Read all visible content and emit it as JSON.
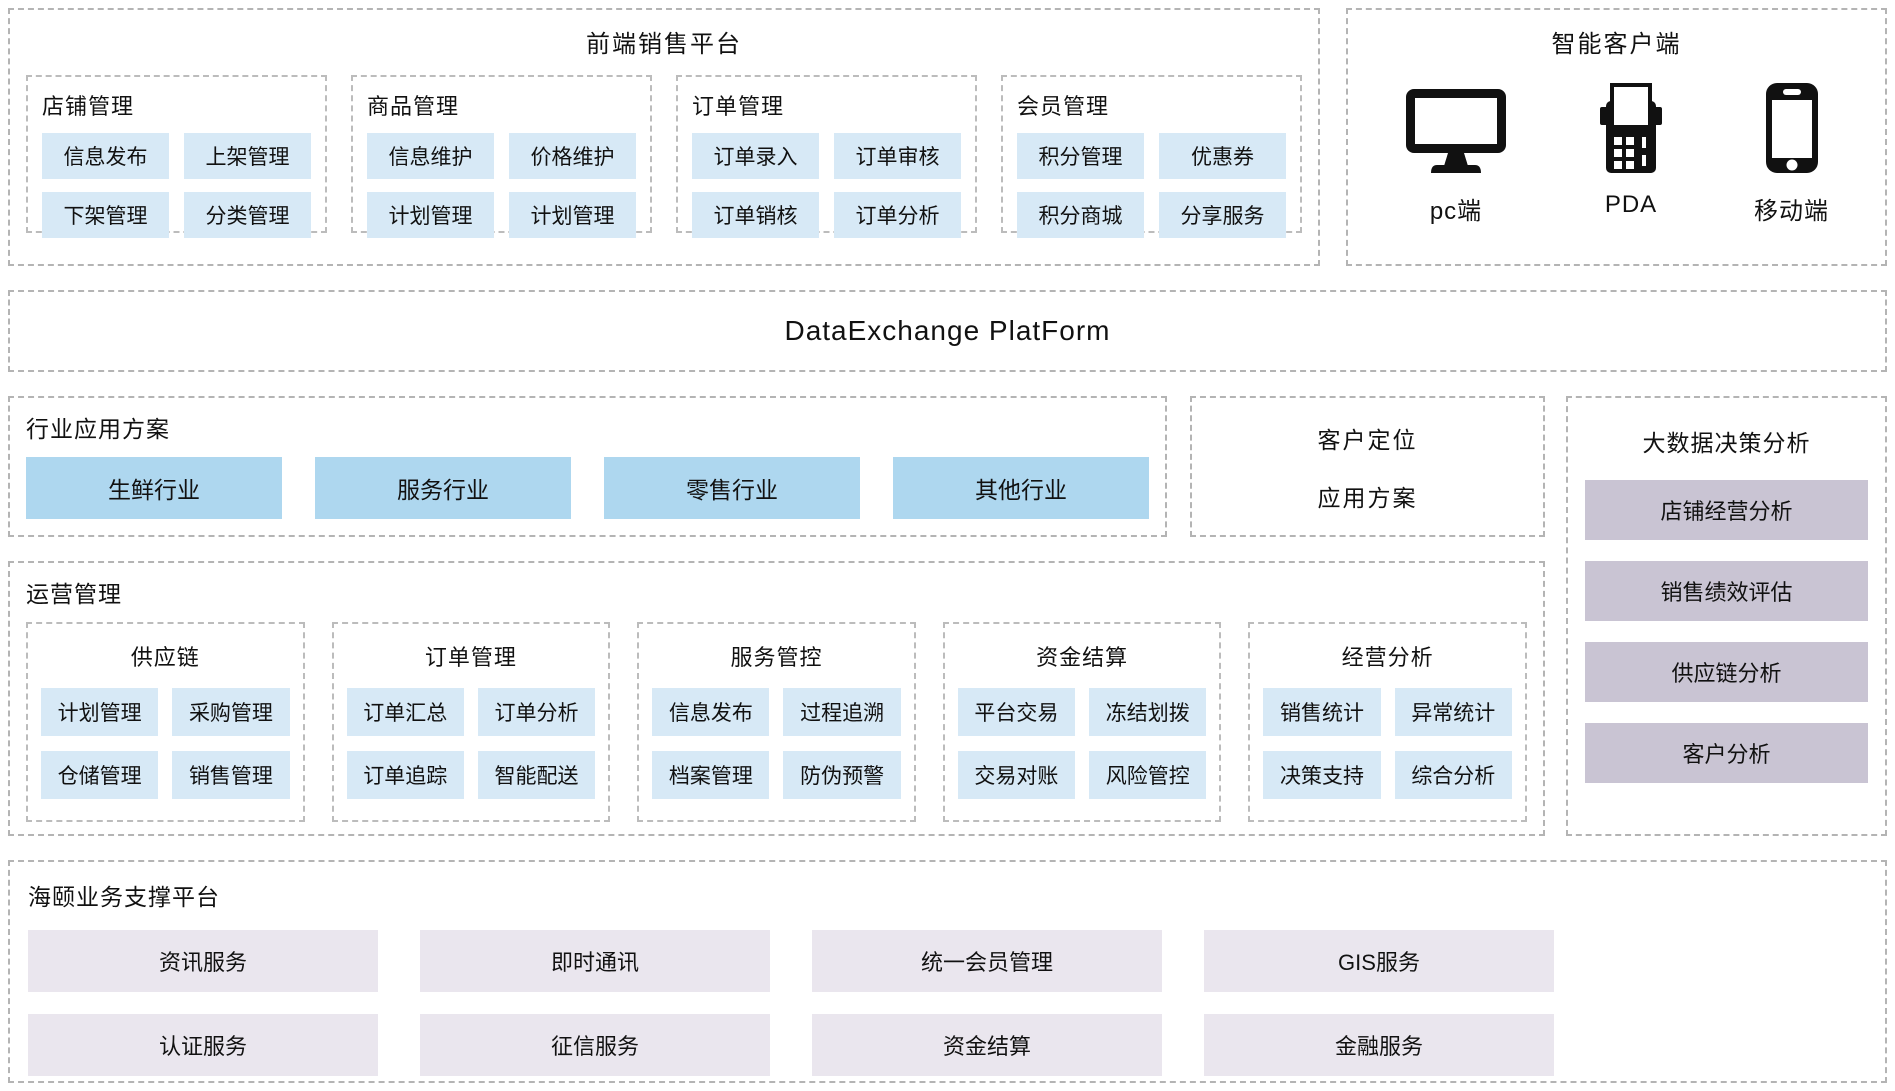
{
  "colors": {
    "chip_blue": "#d7e9f6",
    "industry_blue": "#aed7ef",
    "lavender": "#c9c4d3",
    "lavender_light": "#eae6ee",
    "dashed_border": "#b4b4b4",
    "icon_black": "#111111"
  },
  "frontend_platform": {
    "title": "前端销售平台",
    "groups": [
      {
        "title": "店铺管理",
        "items": [
          "信息发布",
          "上架管理",
          "下架管理",
          "分类管理"
        ]
      },
      {
        "title": "商品管理",
        "items": [
          "信息维护",
          "价格维护",
          "计划管理",
          "计划管理"
        ]
      },
      {
        "title": "订单管理",
        "items": [
          "订单录入",
          "订单审核",
          "订单销核",
          "订单分析"
        ]
      },
      {
        "title": "会员管理",
        "items": [
          "积分管理",
          "优惠券",
          "积分商城",
          "分享服务"
        ]
      }
    ]
  },
  "smart_client": {
    "title": "智能客户端",
    "devices": [
      {
        "label": "pc端",
        "icon": "desktop-monitor-icon"
      },
      {
        "label": "PDA",
        "icon": "pda-icon"
      },
      {
        "label": "移动端",
        "icon": "mobile-phone-icon"
      }
    ]
  },
  "data_exchange": {
    "title": "DataExchange  PlatForm"
  },
  "industry_solutions": {
    "title": "行业应用方案",
    "items": [
      "生鲜行业",
      "服务行业",
      "零售行业",
      "其他行业"
    ]
  },
  "customer_positioning": {
    "line1": "客户定位",
    "line2": "应用方案"
  },
  "big_data": {
    "title": "大数据决策分析",
    "items": [
      "店铺经营分析",
      "销售绩效评估",
      "供应链分析",
      "客户分析"
    ]
  },
  "operations": {
    "title": "运营管理",
    "groups": [
      {
        "title": "供应链",
        "items": [
          "计划管理",
          "采购管理",
          "仓储管理",
          "销售管理"
        ]
      },
      {
        "title": "订单管理",
        "items": [
          "订单汇总",
          "订单分析",
          "订单追踪",
          "智能配送"
        ]
      },
      {
        "title": "服务管控",
        "items": [
          "信息发布",
          "过程追溯",
          "档案管理",
          "防伪预警"
        ]
      },
      {
        "title": "资金结算",
        "items": [
          "平台交易",
          "冻结划拨",
          "交易对账",
          "风险管控"
        ]
      },
      {
        "title": "经营分析",
        "items": [
          "销售统计",
          "异常统计",
          "决策支持",
          "综合分析"
        ]
      }
    ]
  },
  "support_platform": {
    "title": "海颐业务支撑平台",
    "items": [
      "资讯服务",
      "即时通讯",
      "统一会员管理",
      "GIS服务",
      "认证服务",
      "征信服务",
      "资金结算",
      "金融服务"
    ]
  }
}
